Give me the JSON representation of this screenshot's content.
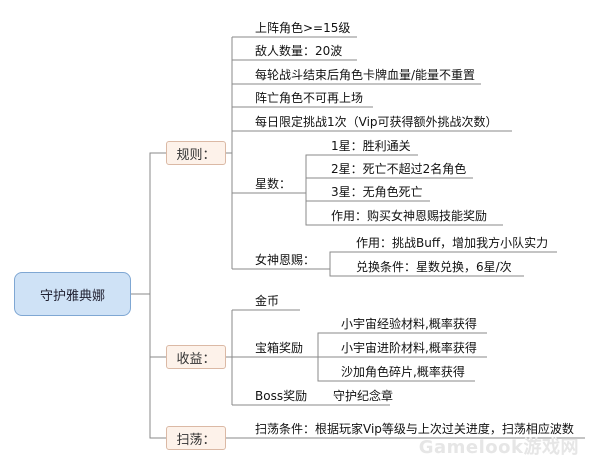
{
  "root": "守护雅典娜",
  "categories": [
    {
      "label": "规则：",
      "items": [
        "上阵角色>=15级",
        "敌人数量：20波",
        "每轮战斗结束后角色卡牌血量/能量不重置",
        "阵亡角色不可再上场",
        "每日限定挑战1次（Vip可获得额外挑战次数）"
      ],
      "stars": {
        "label": "星数：",
        "items": [
          "1星：胜利通关",
          "2星：死亡不超过2名角色",
          "3星：无角色死亡",
          "作用：购买女神恩赐技能奖励"
        ]
      },
      "goddess": {
        "label": "女神恩赐：",
        "items": [
          "作用：挑战Buff，增加我方小队实力",
          "兑换条件：星数兑换，6星/次"
        ]
      }
    },
    {
      "label": "收益：",
      "gold": "金币",
      "chest": {
        "label": "宝箱奖励",
        "items": [
          "小宇宙经验材料,概率获得",
          "小宇宙进阶材料,概率获得",
          "沙加角色碎片,概率获得"
        ]
      },
      "boss": {
        "label": "Boss奖励",
        "item": "守护纪念章"
      }
    },
    {
      "label": "扫荡：",
      "item": "扫荡条件：根据玩家Vip等级与上次过关进度，扫荡相应波数"
    }
  ],
  "watermark": "Gamelook游戏网"
}
